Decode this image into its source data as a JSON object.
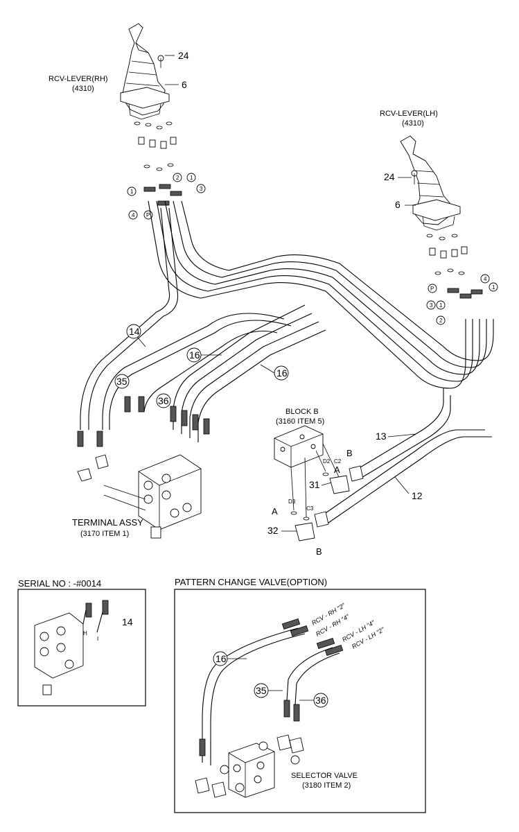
{
  "labels": {
    "rcv_rh": "RCV-LEVER(RH)",
    "rcv_rh_code": "(4310)",
    "rcv_lh": "RCV-LEVER(LH)",
    "rcv_lh_code": "(4310)",
    "block_b": "BLOCK B",
    "block_b_ref": "(3160 ITEM 5)",
    "terminal": "TERMINAL ASSY",
    "terminal_ref": "(3170 ITEM 1)",
    "serial": "SERIAL NO : -#0014",
    "pattern": "PATTERN CHANGE VALVE(OPTION)",
    "selector": "SELECTOR VALVE",
    "selector_ref": "(3180 ITEM 2)"
  },
  "part_numbers": {
    "p24": "24",
    "p6": "6",
    "p14": "14",
    "p16": "16",
    "p35": "35",
    "p36": "36",
    "p13": "13",
    "p12": "12",
    "p31": "31",
    "p32": "32"
  },
  "port_letters": {
    "a": "A",
    "b": "B",
    "d2": "D2",
    "c2": "C2",
    "d3": "D3",
    "c3": "C3",
    "p": "P",
    "n1": "1",
    "n2": "2",
    "n3": "3",
    "n4": "4",
    "h": "H",
    "i": "I"
  },
  "hose_tags": {
    "rh2": "RCV - RH \"2\"",
    "rh4": "RCV - RH \"4\"",
    "lh4": "RCV - LH \"4\"",
    "lh2": "RCV - LH \"2\""
  }
}
